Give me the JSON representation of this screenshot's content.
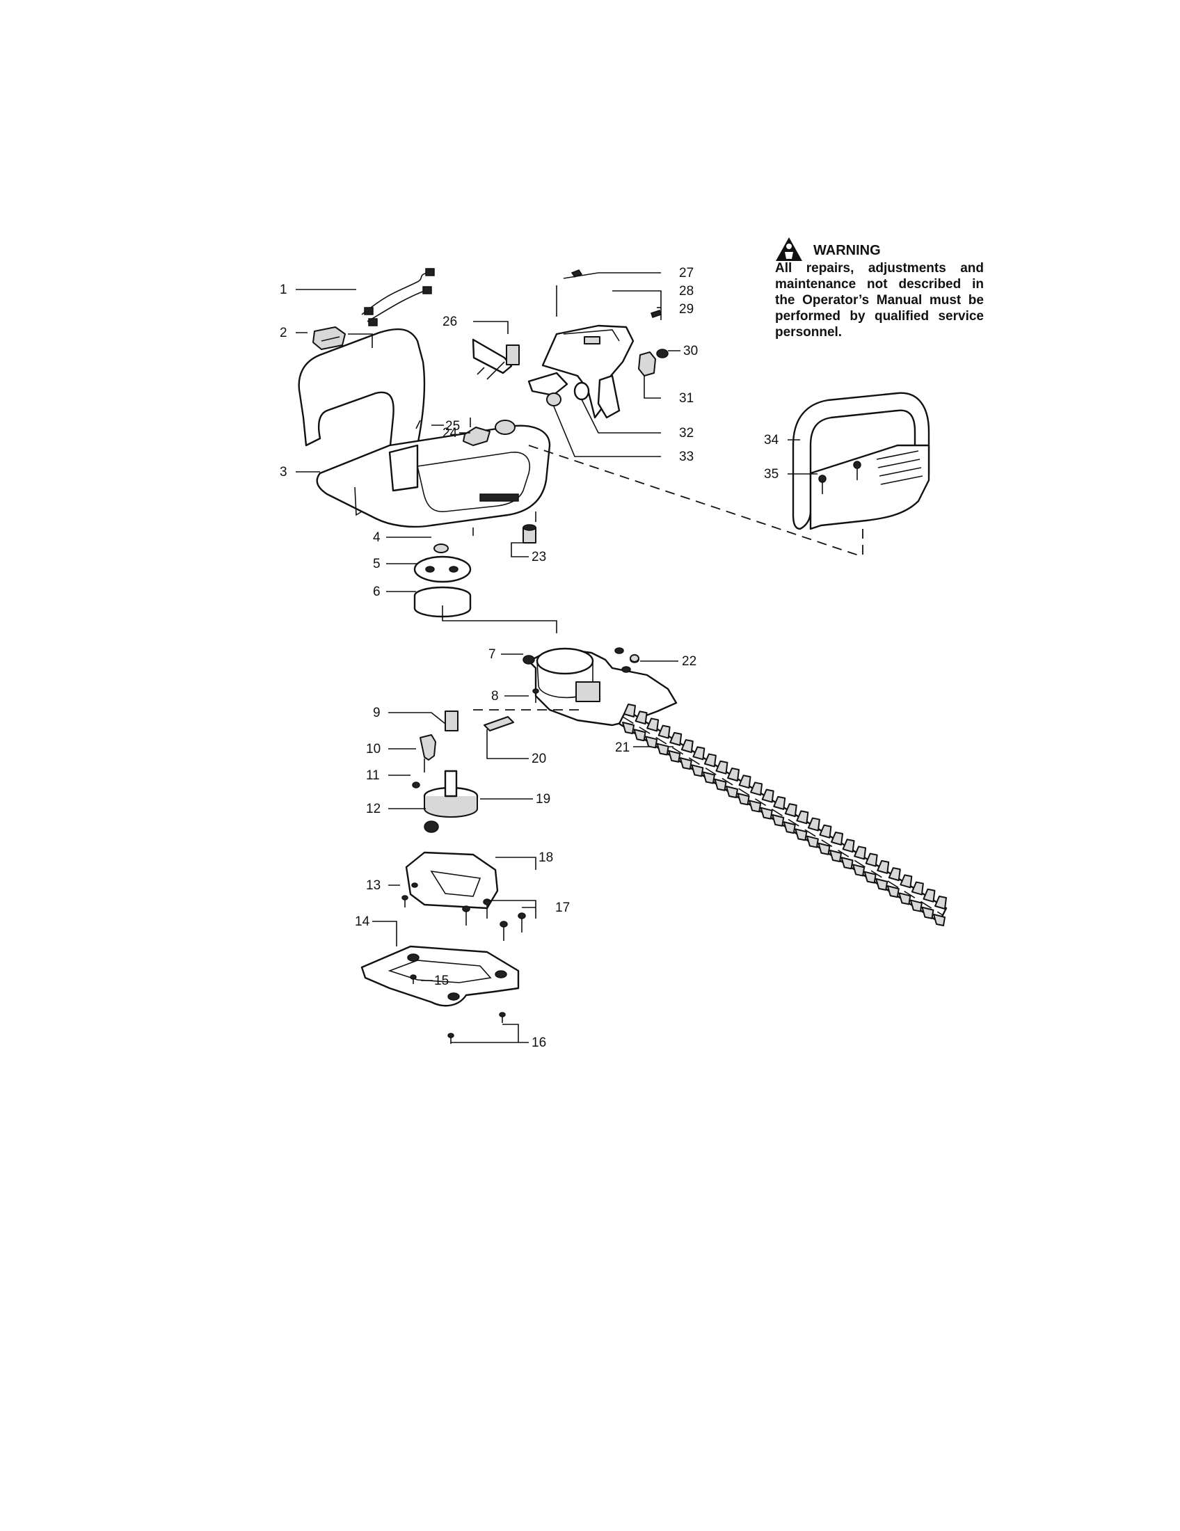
{
  "warning": {
    "title": "WARNING",
    "text": "All repairs, adjustments and maintenance not described in the Operator’s Manual must be performed by qualified service personnel."
  },
  "labels": [
    {
      "id": "1",
      "text": "1"
    },
    {
      "id": "2",
      "text": "2"
    },
    {
      "id": "3",
      "text": "3"
    },
    {
      "id": "4",
      "text": "4"
    },
    {
      "id": "5",
      "text": "5"
    },
    {
      "id": "6",
      "text": "6"
    },
    {
      "id": "7",
      "text": "7"
    },
    {
      "id": "8",
      "text": "8"
    },
    {
      "id": "9",
      "text": "9"
    },
    {
      "id": "10",
      "text": "10"
    },
    {
      "id": "11",
      "text": "11"
    },
    {
      "id": "12",
      "text": "12"
    },
    {
      "id": "13",
      "text": "13"
    },
    {
      "id": "14",
      "text": "14"
    },
    {
      "id": "15",
      "text": "15"
    },
    {
      "id": "16",
      "text": "16"
    },
    {
      "id": "17",
      "text": "17"
    },
    {
      "id": "18",
      "text": "18"
    },
    {
      "id": "19",
      "text": "19"
    },
    {
      "id": "20",
      "text": "20"
    },
    {
      "id": "21",
      "text": "21"
    },
    {
      "id": "22",
      "text": "22"
    },
    {
      "id": "23",
      "text": "23"
    },
    {
      "id": "24",
      "text": "24"
    },
    {
      "id": "25",
      "text": "25"
    },
    {
      "id": "26",
      "text": "26"
    },
    {
      "id": "27",
      "text": "27"
    },
    {
      "id": "28",
      "text": "28"
    },
    {
      "id": "29",
      "text": "29"
    },
    {
      "id": "30",
      "text": "30"
    },
    {
      "id": "31",
      "text": "31"
    },
    {
      "id": "32",
      "text": "32"
    },
    {
      "id": "33",
      "text": "33"
    },
    {
      "id": "34",
      "text": "34"
    },
    {
      "id": "35",
      "text": "35"
    }
  ],
  "icons": {
    "warning": "warning-triangle-icon"
  }
}
